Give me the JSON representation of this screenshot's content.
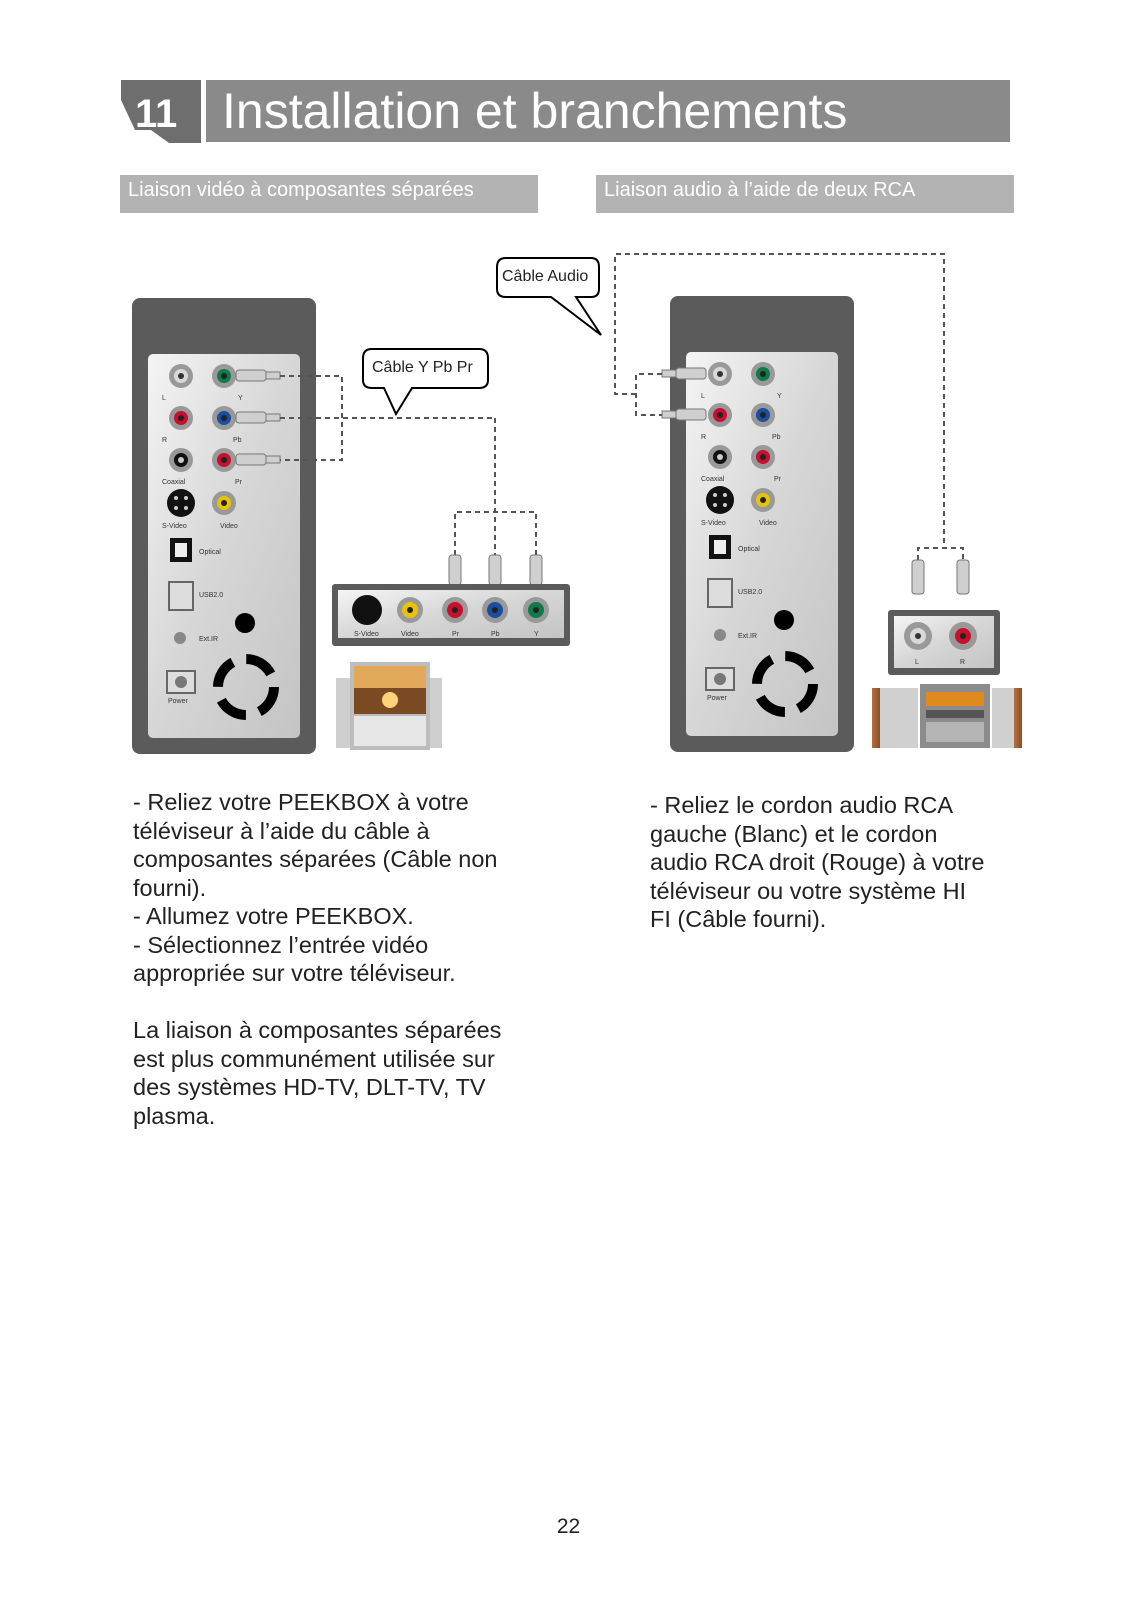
{
  "header": {
    "chapter_number": "11",
    "title": "Installation et branchements"
  },
  "sections": {
    "left_heading": "Liaison vidéo à composantes séparées",
    "right_heading": "Liaison audio à l’aide de deux RCA"
  },
  "callouts": {
    "audio_cable": "Câble Audio",
    "ypbpr_cable": "Câble Y Pb Pr"
  },
  "device_labels": {
    "l": "L",
    "r": "R",
    "y": "Y",
    "pb": "Pb",
    "pr": "Pr",
    "coaxial": "Coaxial",
    "svideo": "S-Video",
    "video": "Video",
    "optical": "Optical",
    "usb": "USB2.0",
    "extir": "Ext.IR",
    "power": "Power"
  },
  "left_text": {
    "line1": "- Reliez votre PEEKBOX à votre",
    "line2": "téléviseur à l’aide du câble à",
    "line3": "composantes séparées (Câble non",
    "line4": "fourni).",
    "line5": "- Allumez votre PEEKBOX.",
    "line6": "- Sélectionnez l’entrée vidéo",
    "line7": "appropriée sur votre téléviseur.",
    "para2_line1": "La liaison à composantes séparées",
    "para2_line2": "est plus communément utilisée sur",
    "para2_line3": "des systèmes HD-TV, DLT-TV, TV",
    "para2_line4": "plasma."
  },
  "right_text": {
    "line1": "- Reliez le cordon audio RCA",
    "line2": "gauche (Blanc) et le cordon",
    "line3": "audio RCA droit (Rouge) à votre",
    "line4": "téléviseur ou votre système HI",
    "line5": "FI (Câble fourni)."
  },
  "page_number": "22",
  "colors": {
    "title_bar": "#8a8a8a",
    "section_bar": "#b3b3b3",
    "jack_white": "#c8c8c8",
    "jack_red": "#c8102e",
    "jack_green": "#0f7a4a",
    "jack_blue": "#1a4fa0",
    "jack_yellow": "#e8c400"
  }
}
